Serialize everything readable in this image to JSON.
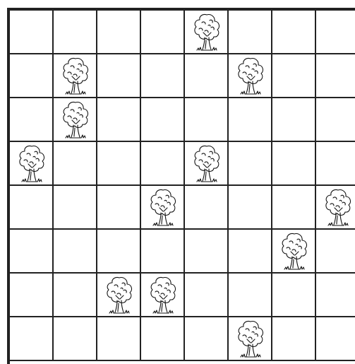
{
  "puzzle": {
    "rows": 8,
    "cols": 8,
    "trees": [
      {
        "row": 0,
        "col": 4
      },
      {
        "row": 1,
        "col": 1
      },
      {
        "row": 1,
        "col": 5
      },
      {
        "row": 2,
        "col": 1
      },
      {
        "row": 3,
        "col": 0
      },
      {
        "row": 3,
        "col": 4
      },
      {
        "row": 4,
        "col": 3
      },
      {
        "row": 4,
        "col": 7
      },
      {
        "row": 5,
        "col": 6
      },
      {
        "row": 6,
        "col": 2
      },
      {
        "row": 6,
        "col": 3
      },
      {
        "row": 7,
        "col": 5
      }
    ]
  },
  "icons": {
    "tree": "tree-icon"
  },
  "colors": {
    "grid_line": "#222222",
    "background": "#ffffff",
    "tree_stroke": "#111111"
  }
}
